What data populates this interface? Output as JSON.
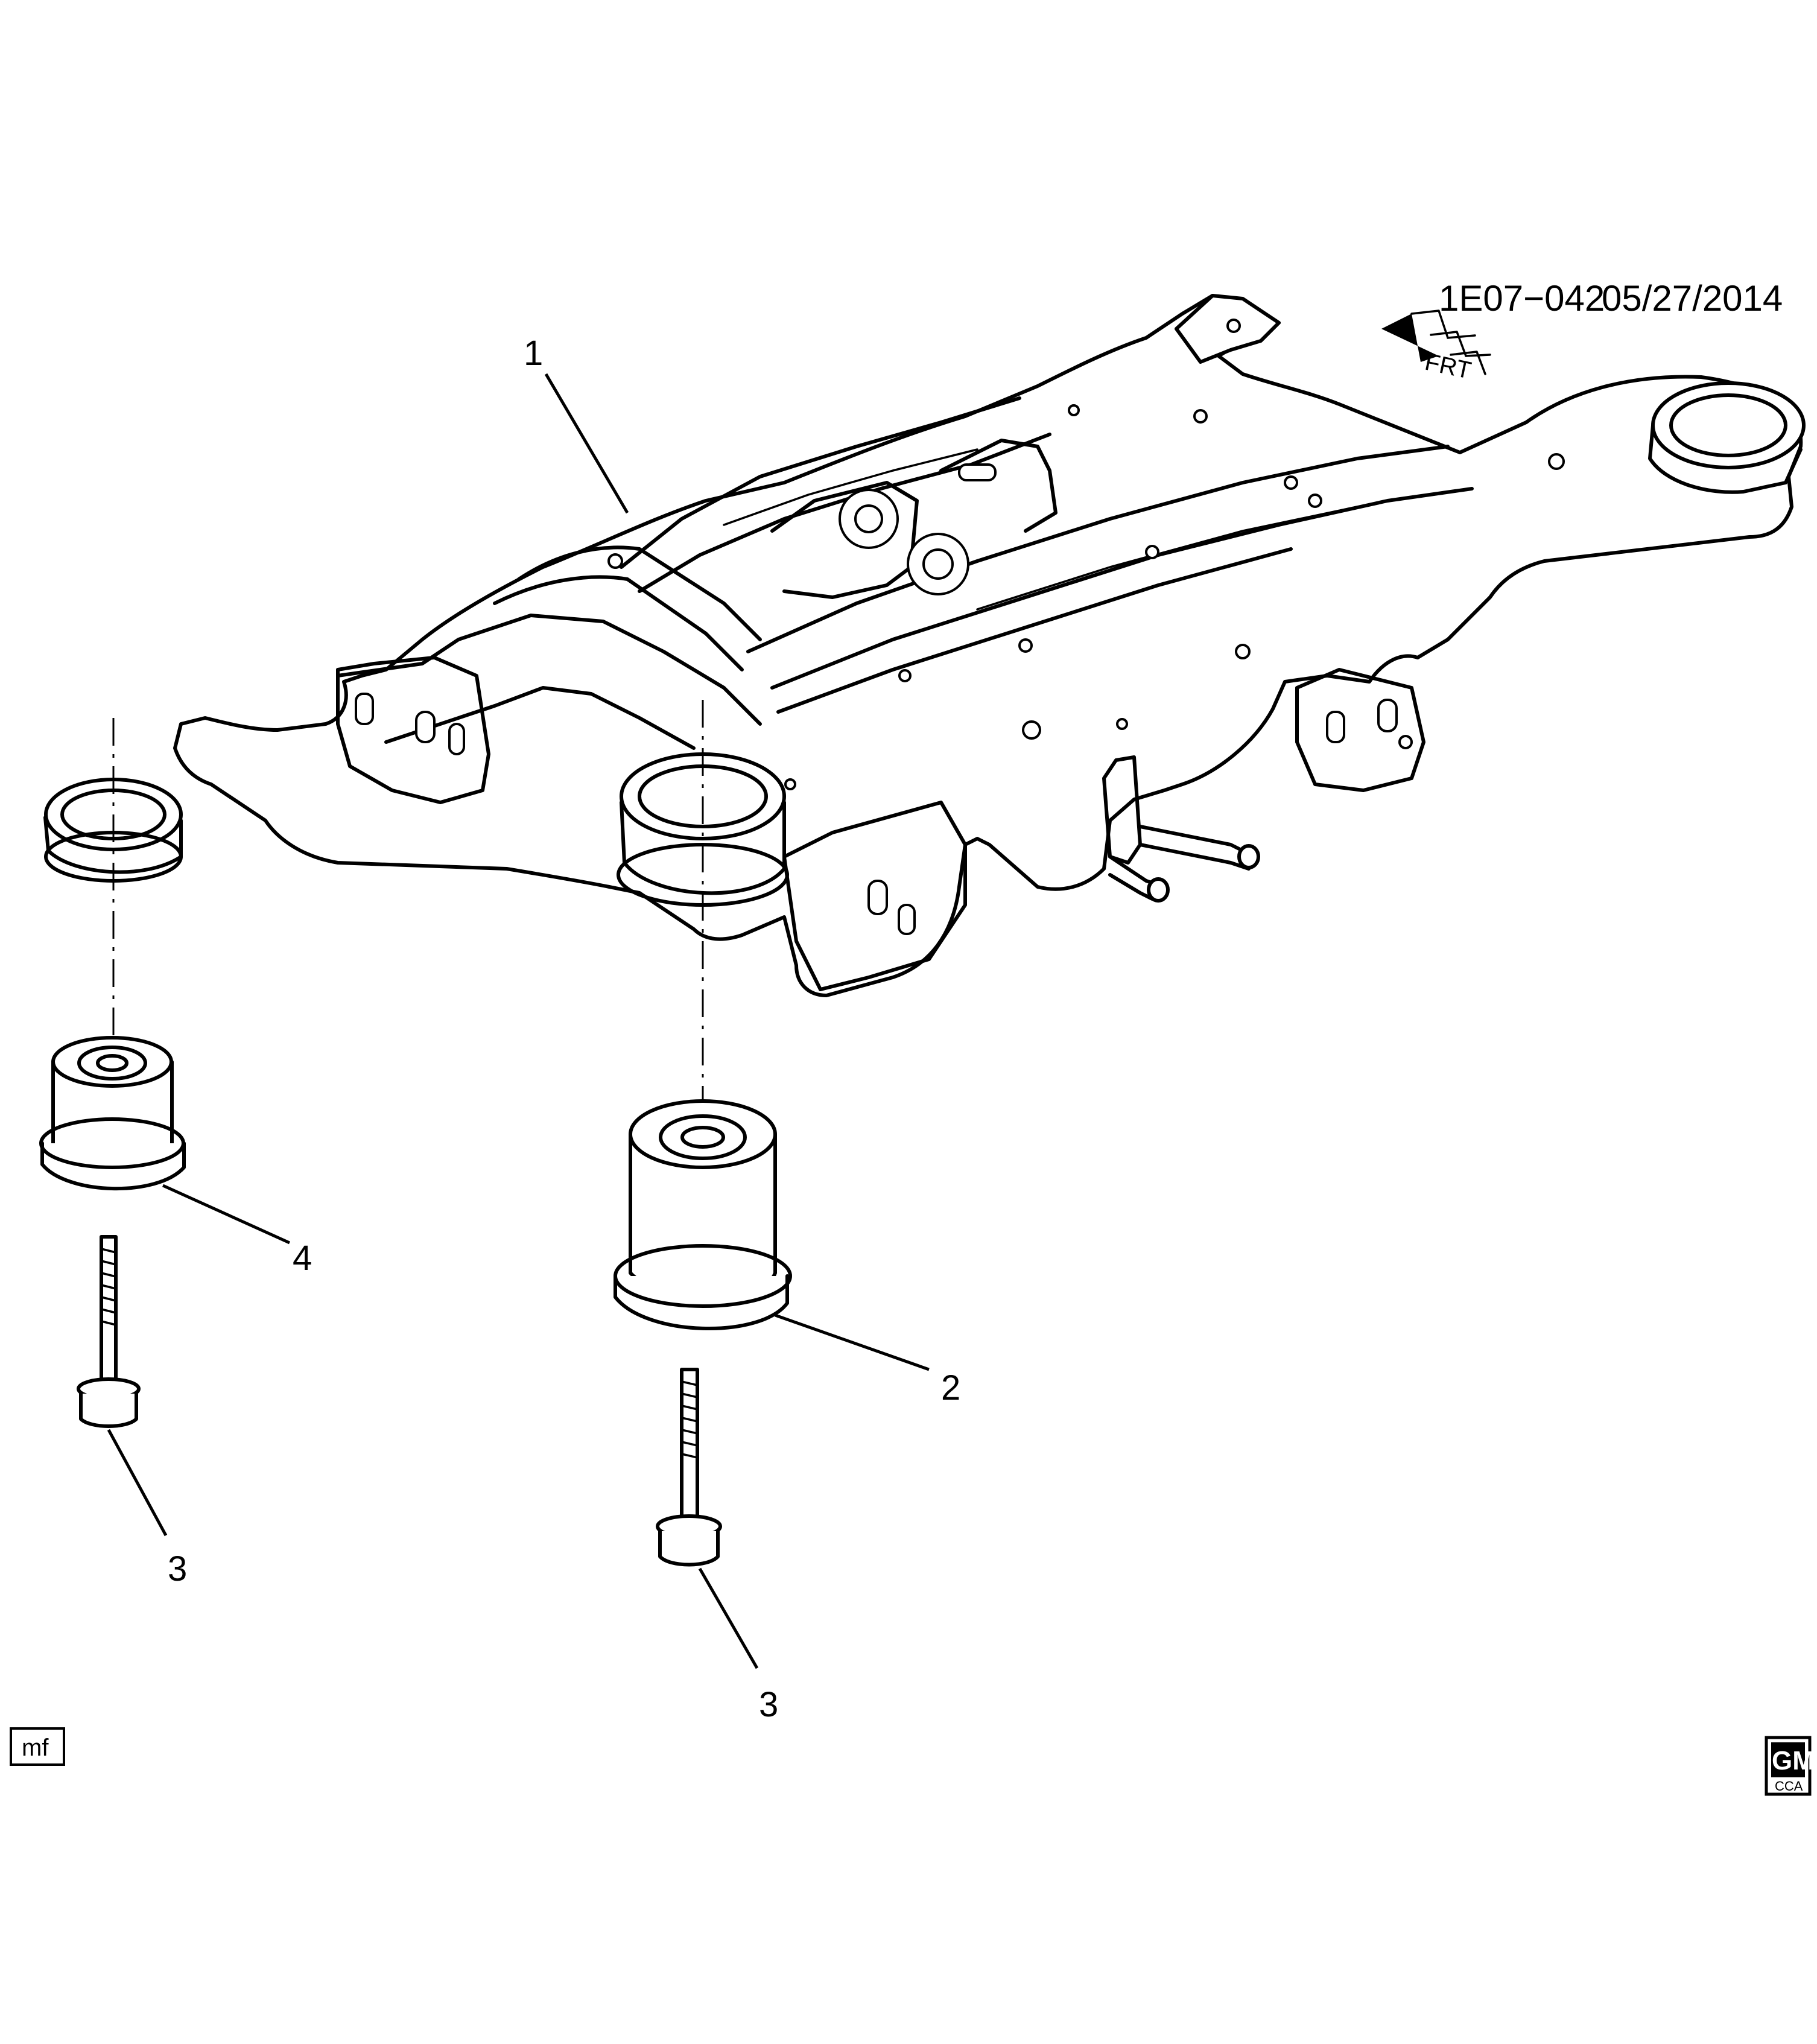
{
  "header": {
    "illustration_code": "1E07−042",
    "date": "05/27/2014"
  },
  "direction_indicator": {
    "label": "FRT",
    "icon": "front-arrow-icon"
  },
  "callouts": [
    {
      "id": "callout-1",
      "number": "1"
    },
    {
      "id": "callout-2",
      "number": "2"
    },
    {
      "id": "callout-3a",
      "number": "3"
    },
    {
      "id": "callout-3b",
      "number": "3"
    },
    {
      "id": "callout-4",
      "number": "4"
    }
  ],
  "footer": {
    "initials": "mf",
    "logo": {
      "text": "GM",
      "subtext": "CCA",
      "icon": "gm-logo-icon"
    }
  }
}
